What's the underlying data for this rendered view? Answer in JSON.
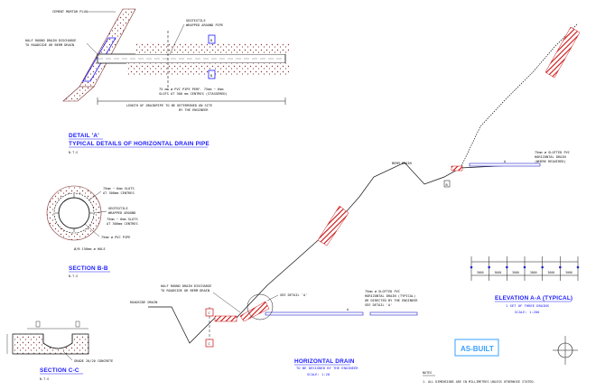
{
  "detail_a": {
    "label_cement_mortar": "CEMENT MORTAR PLUG",
    "label_half_round": "HALF ROUND DRAIN DISCHARGE",
    "label_half_round_2": "TO ROADSIDE OR BERM DRAIN",
    "label_geotextile": "GEOTEXTILE",
    "label_geotextile_2": "WRAPPED AROUND PIPE",
    "label_pipe": "75 mm ø PVC PIPE PERF. 75mm ~ 6mm",
    "label_pipe_2": "SLOTS AT 300 mm CENTRES (STAGGERED)",
    "label_length": "LENGTH OF DRAINPIPE TO BE DETERMINED ON SITE",
    "label_length_2": "BY THE ENGINEER",
    "label_b": "B",
    "title": "DETAIL 'A'",
    "subtitle": "TYPICAL DETAILS OF HORIZONTAL DRAIN PIPE",
    "scale": "N.T.S"
  },
  "section_bb": {
    "label_slots": "75mm ~ 6mm SLOTS",
    "label_slots_2": "AT 300mm CENTRES",
    "label_geo": "GEOTEXTILE",
    "label_geo_2": "WRAPPED AROUND",
    "label_slots_b": "75mm ~ 6mm SLOTS",
    "label_slots_b2": "AT 300mm CENTRES",
    "label_pvc": "75mm ø PVC PIPE",
    "label_bore": "Ø/B 150mm ø HOLE",
    "title": "SECTION B-B",
    "scale": "N.T.S"
  },
  "section_cc": {
    "label_concrete": "GRADE 20/20 CONCRETE",
    "title": "SECTION C-C",
    "scale": "N.T.S"
  },
  "horizontal_drain": {
    "label_berm": "BERM DRAIN",
    "label_roadside": "ROADSIDE DRAIN",
    "label_half_round": "HALF ROUND DRAIN DISCHARGE",
    "label_half_round_2": "TO ROADSIDE OR BERM DRAIN",
    "label_see_detail": "SEE DETAIL 'A'",
    "label_pvc": "75mm ø SLOTTED PVC",
    "label_pvc_2": "HORIZONTAL DRAIN (TYPICAL)",
    "label_pvc_3": "OR DIRECTED BY THE ENGINEER",
    "label_pvc_4": "SEE DETAIL 'A'",
    "label_pvc_top": "75mm ø SLOTTED PVC",
    "label_pvc_top2": "HORIZONTAL DRAIN",
    "label_pvc_top3": "(WHERE REQUIRED)",
    "label_a_lower": "A",
    "label_a_upper": "A",
    "label_b": "B",
    "label_c": "C",
    "title": "HORIZONTAL DRAIN",
    "subtitle": "TO BE DESIGNED BY THE ENGINEER",
    "scale": "SCALE: 1:20"
  },
  "elevation_aa": {
    "bays": [
      "3000",
      "3000",
      "3000",
      "3000",
      "3000",
      "3000"
    ],
    "title": "ELEVATION A-A (TYPICAL)",
    "subtitle": "1 SET OF THREE DRAINS",
    "scale": "SCALE: 1:200"
  },
  "stamp": {
    "label": "AS-BUILT"
  },
  "notes": {
    "title": "NOTES",
    "item_1": "1. ALL DIMENSIONS ARE IN MILLIMETRES UNLESS OTHERWISE STATED."
  },
  "colors": {
    "accent": "#1a1aff",
    "hatch_red": "#cc1111",
    "badge_blue": "#3aa0ff",
    "pipe_blue": "#2222cc"
  }
}
